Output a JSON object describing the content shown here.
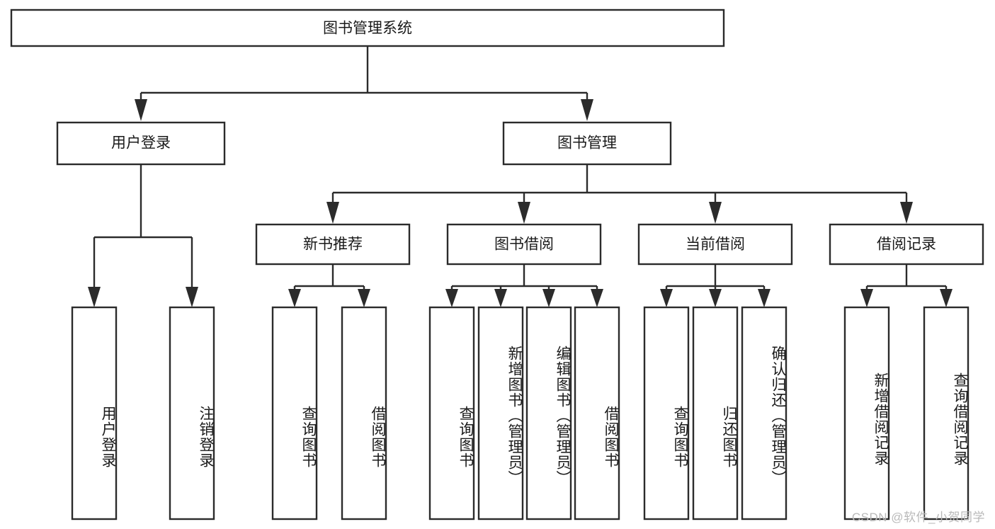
{
  "diagram": {
    "type": "tree-hierarchy-chart",
    "title": "图书管理系统",
    "background_color": "#ffffff",
    "line_color": "#2b2b2b",
    "text_color": "#1a1a1a",
    "root": {
      "id": "root",
      "label": "图书管理系统",
      "orientation": "horizontal"
    },
    "level2": [
      {
        "id": "user-login",
        "label": "用户登录",
        "orientation": "horizontal"
      },
      {
        "id": "book-manage",
        "label": "图书管理",
        "orientation": "horizontal"
      }
    ],
    "level3": [
      {
        "id": "new-book-recommend",
        "label": "新书推荐",
        "orientation": "horizontal",
        "parent": "book-manage"
      },
      {
        "id": "book-borrow",
        "label": "图书借阅",
        "orientation": "horizontal",
        "parent": "book-manage"
      },
      {
        "id": "current-borrow",
        "label": "当前借阅",
        "orientation": "horizontal",
        "parent": "book-manage"
      },
      {
        "id": "borrow-record",
        "label": "借阅记录",
        "orientation": "horizontal",
        "parent": "book-manage"
      }
    ],
    "leaves": [
      {
        "id": "leaf-user-login",
        "label": "用户登录",
        "parent": "user-login",
        "orientation": "vertical"
      },
      {
        "id": "leaf-logout-login",
        "label": "注销登录",
        "parent": "user-login",
        "orientation": "vertical"
      },
      {
        "id": "leaf-query-book-1",
        "label": "查询图书",
        "parent": "new-book-recommend",
        "orientation": "vertical"
      },
      {
        "id": "leaf-borrow-book-1",
        "label": "借阅图书",
        "parent": "new-book-recommend",
        "orientation": "vertical"
      },
      {
        "id": "leaf-query-book-2",
        "label": "查询图书",
        "parent": "book-borrow",
        "orientation": "vertical"
      },
      {
        "id": "leaf-add-book",
        "label": "新增图书（管理员）",
        "parent": "book-borrow",
        "orientation": "vertical"
      },
      {
        "id": "leaf-edit-book",
        "label": "编辑图书（管理员）",
        "parent": "book-borrow",
        "orientation": "vertical"
      },
      {
        "id": "leaf-borrow-book-2",
        "label": "借阅图书",
        "parent": "book-borrow",
        "orientation": "vertical"
      },
      {
        "id": "leaf-query-book-3",
        "label": "查询图书",
        "parent": "current-borrow",
        "orientation": "vertical"
      },
      {
        "id": "leaf-return-book",
        "label": "归还图书",
        "parent": "current-borrow",
        "orientation": "vertical"
      },
      {
        "id": "leaf-confirm-return",
        "label": "确认归还（管理员）",
        "parent": "current-borrow",
        "orientation": "vertical"
      },
      {
        "id": "leaf-add-record",
        "label": "新增借阅记录",
        "parent": "borrow-record",
        "orientation": "vertical"
      },
      {
        "id": "leaf-query-record",
        "label": "查询借阅记录",
        "parent": "borrow-record",
        "orientation": "vertical"
      }
    ]
  },
  "watermark": {
    "text": "CSDN @软件_小贺同学"
  }
}
